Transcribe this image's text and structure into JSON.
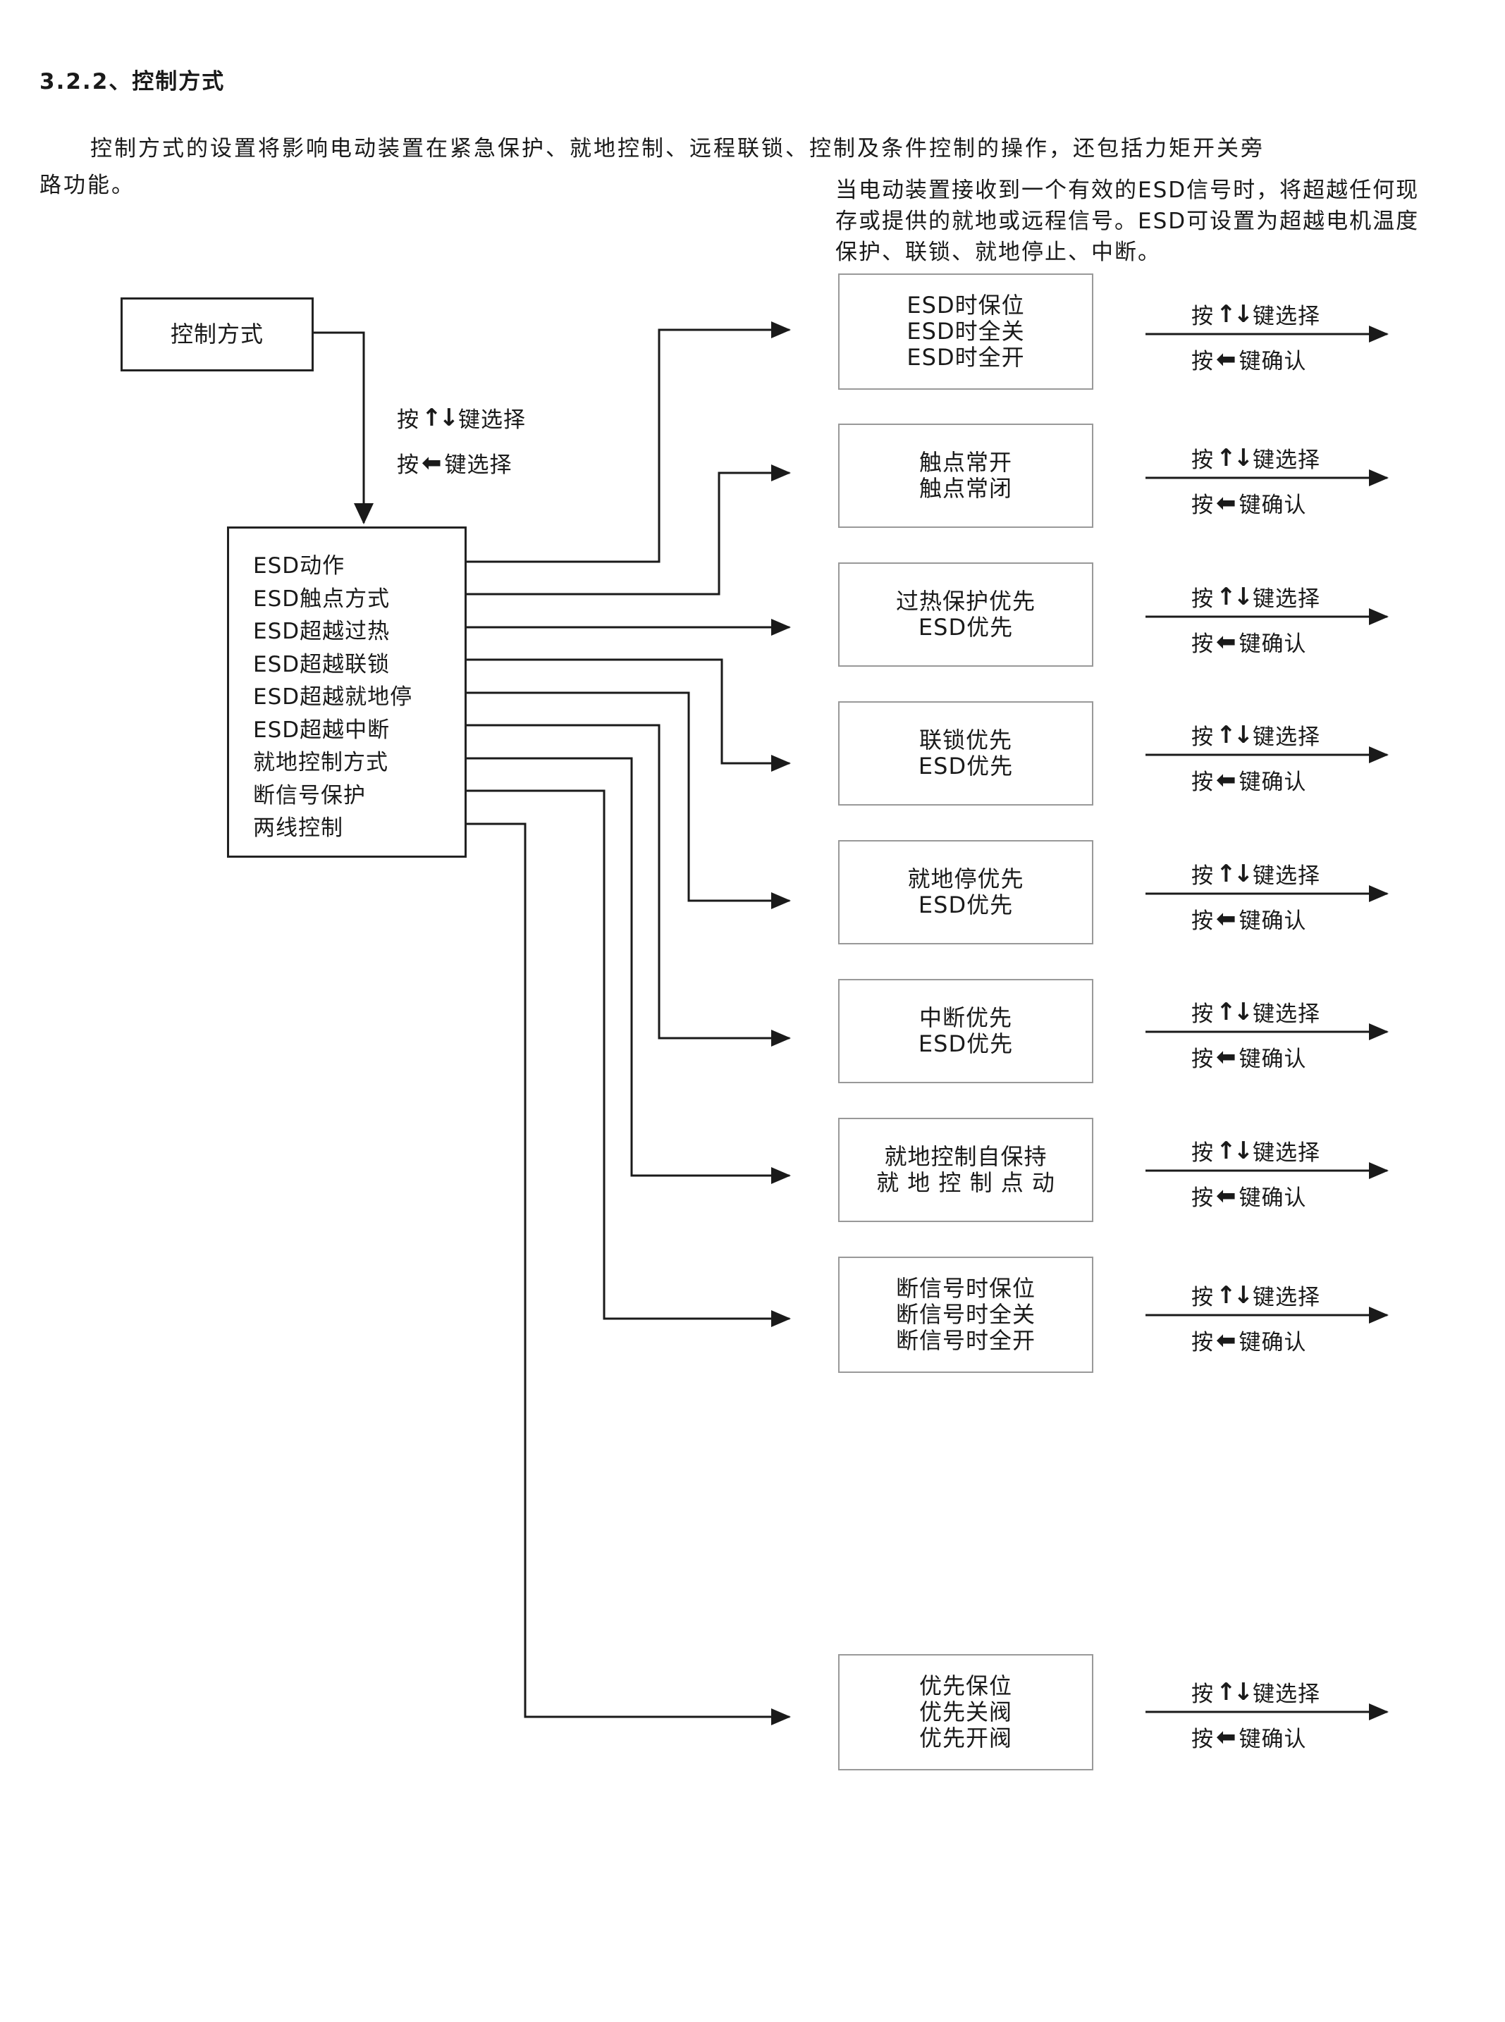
{
  "section_heading": "3.2.2、控制方式",
  "intro_line1": "控制方式的设置将影响电动装置在紧急保护、就地控制、远程联锁、控制及条件控制的操作，还包括力矩开关旁",
  "intro_line2": "路功能。",
  "esd_note": [
    "当电动装置接收到一个有效的ESD信号时，将超越任何现",
    "存或提供的就地或远程信号。ESD可设置为超越电机温度",
    "保护、联锁、就地停止、中断。"
  ],
  "root_box": "控制方式",
  "root_hint": {
    "select": "按",
    "select_key": "键选择",
    "confirm": "按",
    "confirm_key": "键选择"
  },
  "menu_items": [
    "ESD动作",
    "ESD触点方式",
    "ESD超越过热",
    "ESD超越联锁",
    "ESD超越就地停",
    "ESD超越中断",
    "就地控制方式",
    "断信号保护",
    "两线控制"
  ],
  "option_boxes": [
    [
      "ESD时保位",
      "ESD时全关",
      "ESD时全开"
    ],
    [
      "触点常开",
      "触点常闭"
    ],
    [
      "过热保护优先",
      "ESD优先"
    ],
    [
      "联锁优先",
      "ESD优先"
    ],
    [
      "就地停优先",
      "ESD优先"
    ],
    [
      "中断优先",
      "ESD优先"
    ],
    [
      "就地控制自保持",
      "就 地 控 制 点 动"
    ],
    [
      "断信号时保位",
      "断信号时全关",
      "断信号时全开"
    ],
    [
      "优先保位",
      "优先关阀",
      "优先开阀"
    ]
  ],
  "side_hint": {
    "press": "按",
    "select_label": "键选择",
    "confirm_label": "键确认"
  },
  "icons": {
    "updown": "up-down-arrow-icon",
    "left": "left-arrow-icon"
  }
}
